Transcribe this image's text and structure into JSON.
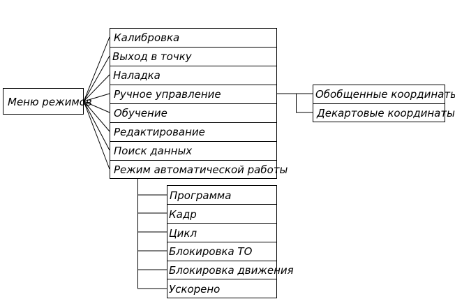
{
  "root": {
    "label": "Меню режимов"
  },
  "modes": [
    {
      "label": "Калибровка"
    },
    {
      "label": "Выход в точку"
    },
    {
      "label": "Наладка"
    },
    {
      "label": "Ручное управление"
    },
    {
      "label": "Обучение"
    },
    {
      "label": "Редактирование"
    },
    {
      "label": "Поиск данных"
    },
    {
      "label": "Режим автоматической работы"
    }
  ],
  "manual_submodes": [
    {
      "label": "Обобщенные координаты"
    },
    {
      "label": "Декартовые координаты"
    }
  ],
  "auto_submodes": [
    {
      "label": "Программа"
    },
    {
      "label": "Кадр"
    },
    {
      "label": "Цикл"
    },
    {
      "label": "Блокировка ТО"
    },
    {
      "label": "Блокировка движения"
    },
    {
      "label": "Ускорено"
    }
  ]
}
